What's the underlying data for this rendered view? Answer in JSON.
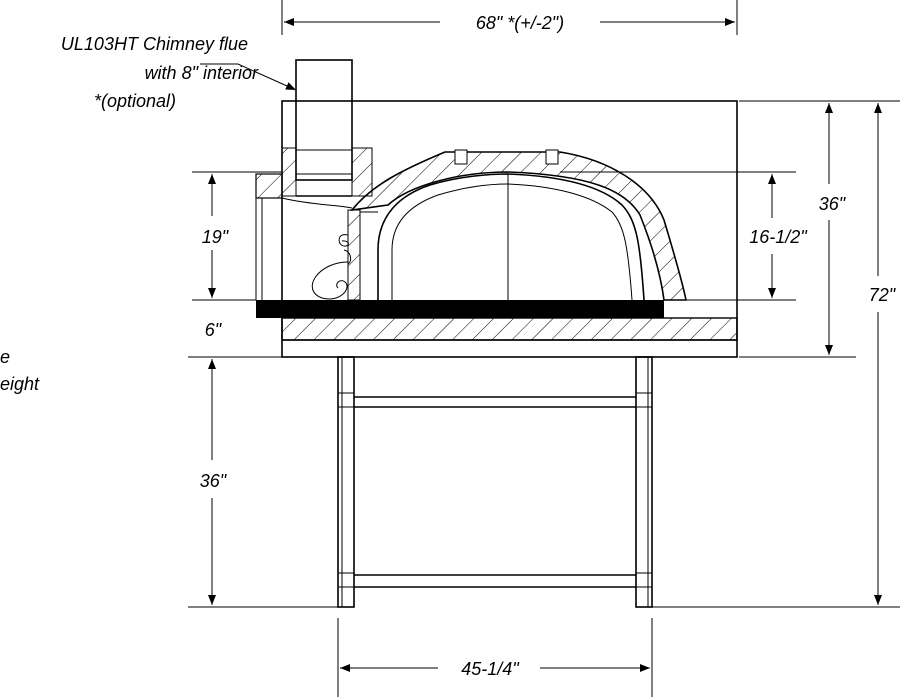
{
  "annotations": {
    "chimney_line1": "UL103HT Chimney flue",
    "chimney_line2": "with 8\" interior",
    "chimney_line3": "*(optional)",
    "side_line1": "e",
    "side_line2": "eight"
  },
  "dimensions": {
    "overall_width": "68\" *(+/-2\")",
    "oven_height": "36\"",
    "total_height": "72\"",
    "opening_height": "19\"",
    "dome_height": "16-1/2\"",
    "hearth_thickness": "6\"",
    "stand_height": "36\"",
    "stand_width": "45-1/4\""
  }
}
